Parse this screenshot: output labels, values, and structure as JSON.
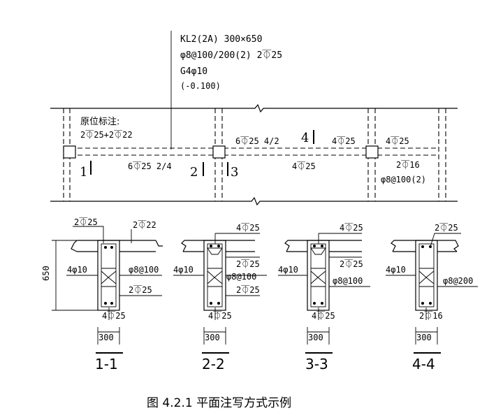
{
  "lead_note": {
    "beam": "KL2(2A)  300×650",
    "stirrup": "φ8@100/200(2) 2⏁25",
    "side": "G4φ10",
    "offset": "(-0.100)"
  },
  "inplace": {
    "title": "原位标注:",
    "support_left": "2⏁25+2⏁22",
    "left_span_bottom": "6⏁25  2/4",
    "mid_support_top": "6⏁25  4/2",
    "right_span_bottom": "4⏁25",
    "right_support_top": "4⏁25",
    "cant_top": "4⏁25",
    "cant_bottom": "2⏁16",
    "cant_stirrup": "φ8@100(2)"
  },
  "section_marks": [
    "1",
    "2",
    "3",
    "4"
  ],
  "sections": [
    {
      "title": "1-1",
      "top_left": "2⏁25",
      "top_right": "2⏁22",
      "side": "4φ10",
      "stirrup": "φ8@100",
      "bottom_r": "2⏁25",
      "bottom": "4⏁25",
      "width": "300",
      "height": "650"
    },
    {
      "title": "2-2",
      "top": "4⏁25",
      "r1": "2⏁25",
      "side": "4φ10",
      "stirrup": "φ8@100",
      "r2": "2⏁25",
      "bottom": "4⏁25",
      "width": "300"
    },
    {
      "title": "3-3",
      "top": "4⏁25",
      "r1": "2⏁25",
      "side": "4φ10",
      "stirrup": "φ8@100",
      "bottom": "4⏁25",
      "width": "300"
    },
    {
      "title": "4-4",
      "top": "2⏁25",
      "side": "4φ10",
      "stirrup": "φ8@200",
      "bottom": "2⏁16",
      "width": "300"
    }
  ],
  "caption": "图 4.2.1   平面注写方式示例"
}
